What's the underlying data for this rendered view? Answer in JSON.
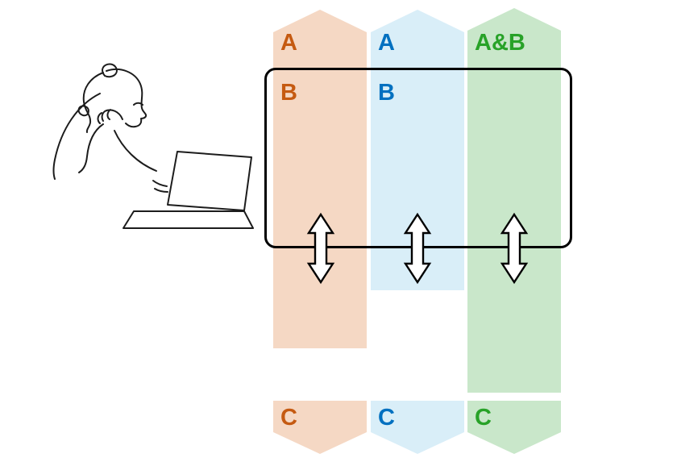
{
  "illustration": {
    "name": "person-thinking-at-laptop",
    "style": "black line sketch"
  },
  "columns": [
    {
      "position": "left",
      "fill": "#f5d8c4",
      "text_color": "#c55a11",
      "top_label": "A",
      "box_label": "B",
      "bottom_label": "C"
    },
    {
      "position": "middle",
      "fill": "#d9eef8",
      "text_color": "#0070c0",
      "top_label": "A",
      "box_label": "B",
      "bottom_label": "C"
    },
    {
      "position": "right",
      "fill": "#c9e7ca",
      "text_color": "#28a228",
      "top_label": "A&B",
      "box_label": "",
      "bottom_label": "C"
    }
  ],
  "frame": {
    "stroke": "#000000",
    "shape": "rounded-rectangle"
  },
  "arrows": {
    "count": 3,
    "icon": "up-down-double-arrow",
    "fill": "#ffffff",
    "stroke": "#000000"
  }
}
